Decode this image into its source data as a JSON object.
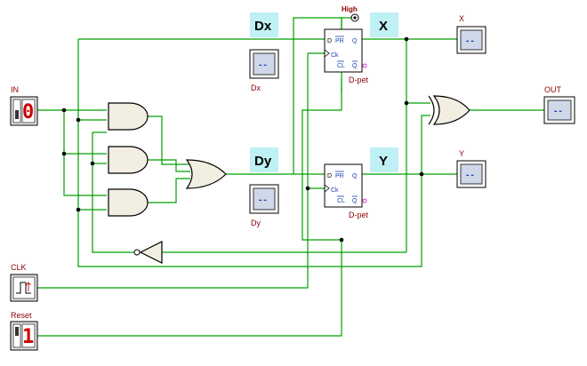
{
  "inputs": {
    "in": {
      "label": "IN",
      "value": "0"
    },
    "clk": {
      "label": "CLK"
    },
    "reset": {
      "label": "Reset",
      "value": "1"
    }
  },
  "flipflops": {
    "top": {
      "pins": {
        "d": "D",
        "pr": "PR",
        "q": "Q",
        "ck": "Ck",
        "cl": "CL",
        "qbar": "Q"
      },
      "type_label": "D-pet",
      "high_label": "High"
    },
    "bottom": {
      "pins": {
        "d": "D",
        "pr": "PR",
        "q": "Q",
        "ck": "Ck",
        "cl": "CL",
        "qbar": "Q"
      },
      "type_label": "D-pet"
    }
  },
  "net_labels": {
    "dx": "Dx",
    "dy": "Dy",
    "x": "X",
    "y": "Y"
  },
  "probes": {
    "dx": {
      "label": "Dx",
      "value": "--"
    },
    "dy": {
      "label": "Dy",
      "value": "--"
    },
    "x": {
      "label": "X",
      "value": "--"
    },
    "y": {
      "label": "Y",
      "value": "--"
    },
    "out": {
      "label": "OUT",
      "value": "--"
    }
  }
}
